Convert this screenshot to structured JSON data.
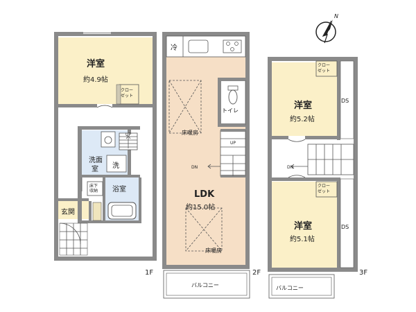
{
  "compass": {
    "north": "N"
  },
  "floors": {
    "f1": "1F",
    "f2": "2F",
    "f3": "3F"
  },
  "rooms": {
    "f1_western_name": "洋室",
    "f1_western_size": "約4.9帖",
    "f1_closet": "クロー\nゼット",
    "washroom": "洗面室",
    "washer": "洗",
    "under_floor_storage": "床下\n収納",
    "bath": "浴室",
    "entrance": "玄関",
    "ldk_name": "LDK",
    "ldk_size": "約15.0帖",
    "floor_heating": "床暖房",
    "fridge": "冷",
    "toilet": "トイレ",
    "f3_room1_name": "洋室",
    "f3_room1_size": "約5.2帖",
    "f3_room2_name": "洋室",
    "f3_room2_size": "約5.1帖",
    "closet": "クロー\nゼット",
    "ds": "DS",
    "balcony": "バルコニー"
  },
  "stairs": {
    "up": "UP",
    "dn": "DN"
  }
}
